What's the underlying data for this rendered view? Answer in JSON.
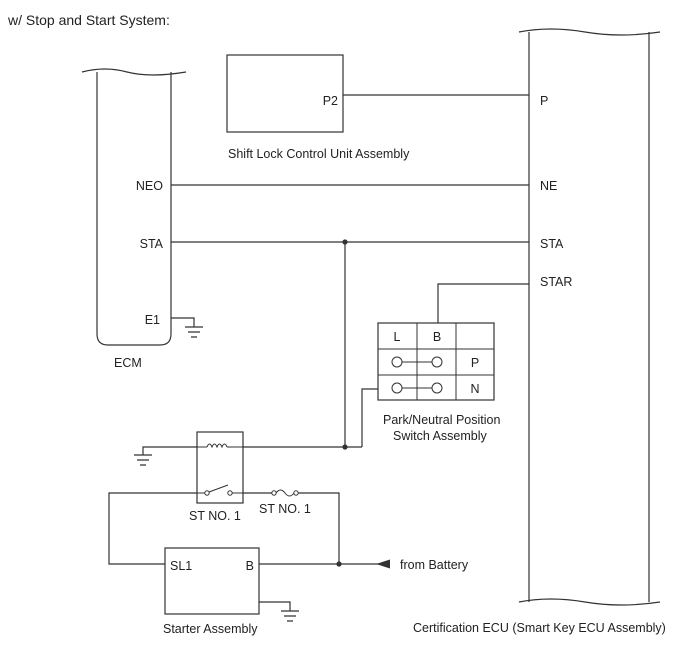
{
  "title": "w/ Stop and Start System:",
  "ecm": {
    "name": "ECM",
    "pins": {
      "neo": "NEO",
      "sta": "STA",
      "e1": "E1"
    }
  },
  "shift_lock": {
    "name": "Shift Lock Control Unit Assembly",
    "pin": "P2"
  },
  "cert_ecu": {
    "name": "Certification ECU (Smart Key ECU Assembly)",
    "pins": {
      "p": "P",
      "ne": "NE",
      "sta": "STA",
      "star": "STAR"
    }
  },
  "pnp_switch": {
    "name_line1": "Park/Neutral Position",
    "name_line2": "Switch Assembly",
    "col_l": "L",
    "col_b": "B",
    "row_p": "P",
    "row_n": "N"
  },
  "relay": {
    "label": "ST NO. 1"
  },
  "fuse": {
    "label": "ST NO. 1"
  },
  "starter": {
    "name": "Starter Assembly",
    "pin_sl1": "SL1",
    "pin_b": "B"
  },
  "battery": {
    "label": "from Battery"
  }
}
